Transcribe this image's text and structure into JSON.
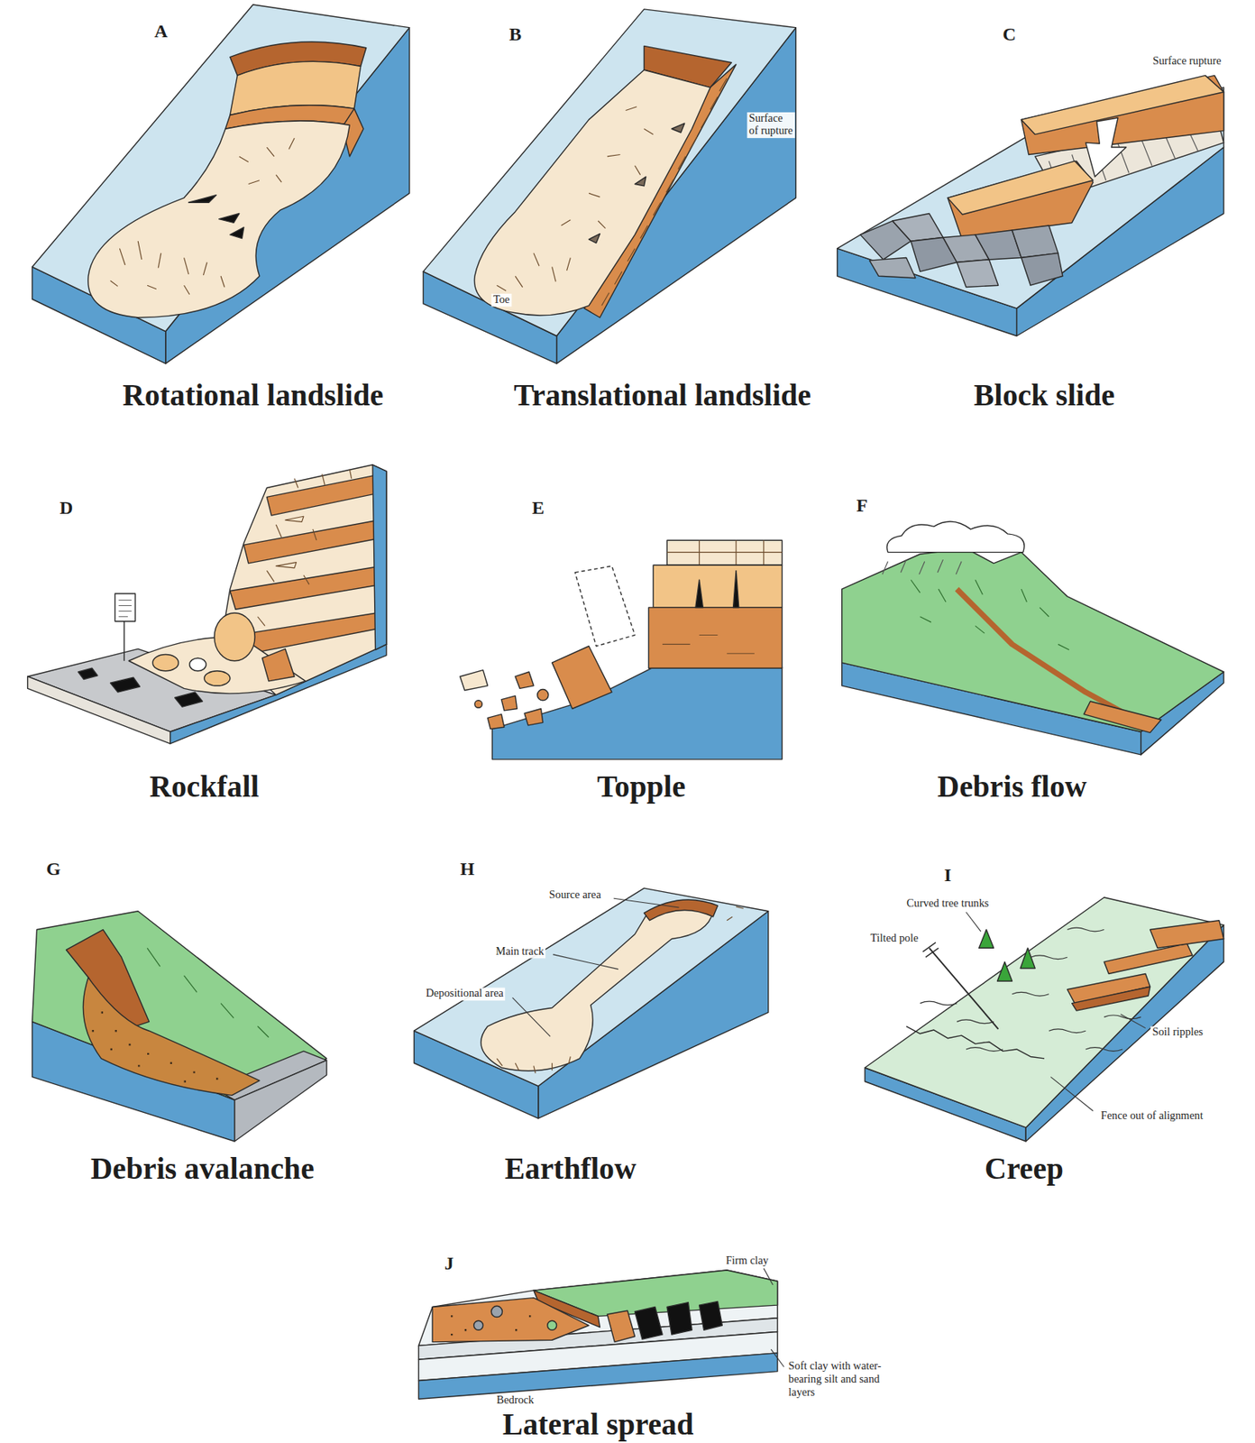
{
  "diagram": {
    "labels": [
      "A",
      "Rotational landslide",
      "B",
      "Surface of rupture",
      "Toe",
      "Translational landslide",
      "C",
      "Surface rupture",
      "Block slide",
      "D",
      "Rockfall",
      "E",
      "Topple",
      "F",
      "Debris flow",
      "G",
      "Debris avalanche",
      "H",
      "Source area",
      "Main track",
      "Depositional area",
      "Earthflow",
      "I",
      "Curved tree trunks",
      "Tilted pole",
      "Soil ripples",
      "Fence out of alignment",
      "Creep",
      "J",
      "Firm clay",
      "Soft clay with water-bearing silt and sand layers",
      "Bedrock",
      "Lateral spread"
    ]
  }
}
